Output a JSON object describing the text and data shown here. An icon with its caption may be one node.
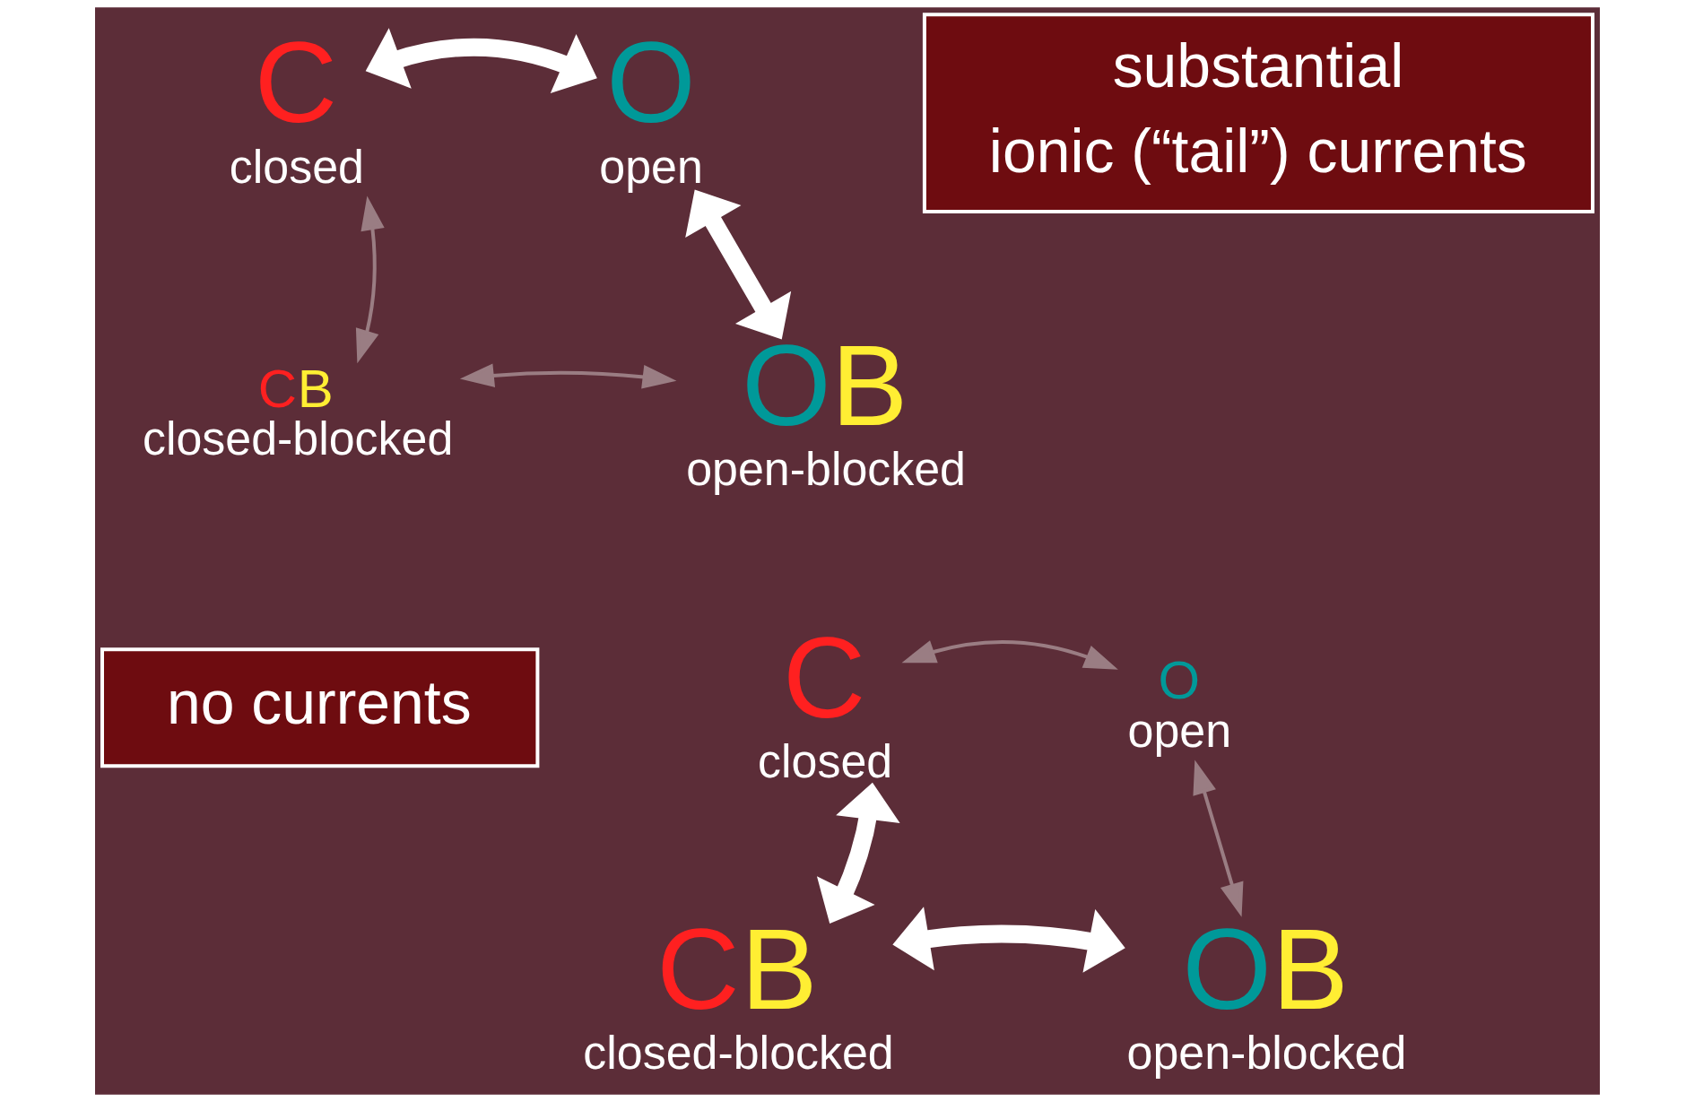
{
  "diagram": {
    "nodes": [
      {
        "text": [
          "C",
          "closed"
        ]
      },
      {
        "text": [
          "O",
          "open"
        ]
      },
      {
        "text": [
          "substantial",
          "ionic (“tail”) currents"
        ]
      },
      {
        "text": [
          "CB",
          "closed-blocked"
        ]
      },
      {
        "text": [
          "OB",
          "open-blocked"
        ]
      },
      {
        "text": [
          "C",
          "closed"
        ]
      },
      {
        "text": [
          "O",
          "open"
        ]
      },
      {
        "text": [
          "no currents"
        ]
      },
      {
        "text": [
          "CB",
          "closed-blocked"
        ]
      },
      {
        "text": [
          "OB",
          "open-blocked"
        ]
      }
    ],
    "edges": [
      {
        "from": 0,
        "to": 1,
        "arrow": "both",
        "style": "thick"
      },
      {
        "from": 0,
        "to": 3,
        "arrow": "both",
        "color": "#9a7d83"
      },
      {
        "from": 1,
        "to": 4,
        "arrow": "both",
        "style": "thick"
      },
      {
        "from": 3,
        "to": 4,
        "arrow": "both",
        "color": "#9a7d83"
      },
      {
        "from": 5,
        "to": 6,
        "arrow": "both",
        "color": "#9a7d83"
      },
      {
        "from": 5,
        "to": 8,
        "arrow": "both",
        "style": "thick"
      },
      {
        "from": 6,
        "to": 9,
        "arrow": "both",
        "color": "#9a7d83"
      },
      {
        "from": 8,
        "to": 9,
        "arrow": "both",
        "style": "thick"
      }
    ]
  }
}
